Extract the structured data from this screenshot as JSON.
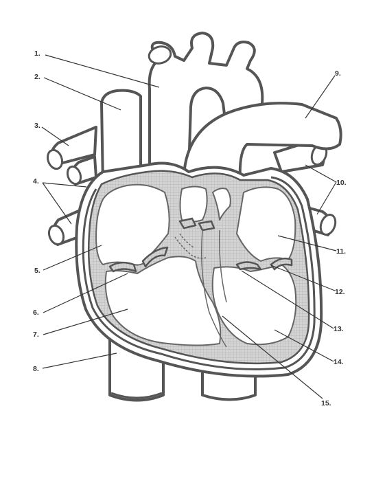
{
  "labels": [
    {
      "id": "1",
      "text": "1."
    },
    {
      "id": "2",
      "text": "2."
    },
    {
      "id": "3",
      "text": "3."
    },
    {
      "id": "4",
      "text": "4."
    },
    {
      "id": "5",
      "text": "5."
    },
    {
      "id": "6",
      "text": "6."
    },
    {
      "id": "7",
      "text": "7."
    },
    {
      "id": "8",
      "text": "8."
    },
    {
      "id": "9",
      "text": "9."
    },
    {
      "id": "10",
      "text": "10."
    },
    {
      "id": "11",
      "text": "11."
    },
    {
      "id": "12",
      "text": "12."
    },
    {
      "id": "13",
      "text": "13."
    },
    {
      "id": "14",
      "text": "14."
    },
    {
      "id": "15",
      "text": "15."
    }
  ],
  "colors": {
    "outline": "#555555",
    "muscle_fill": "#c8c8c8",
    "label_text": "#333333",
    "background": "#ffffff"
  }
}
